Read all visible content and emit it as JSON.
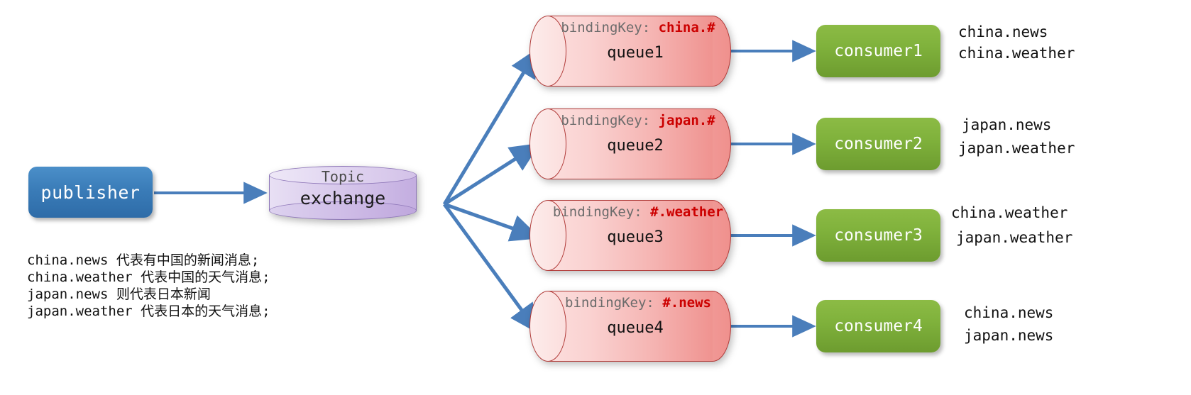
{
  "diagram": {
    "title": "RabbitMQ Topic Exchange routing diagram",
    "colors": {
      "publisher": "#3a7cb8",
      "exchange": "#cfbde7",
      "queue": "#f5b3b1",
      "consumer": "#80b23c",
      "arrow": "#4a7ebb",
      "binding_key_value": "#cc0000",
      "binding_key_label": "#6b6b6b"
    }
  },
  "publisher": {
    "label": "publisher"
  },
  "exchange": {
    "type_label": "Topic",
    "label": "exchange"
  },
  "queues": [
    {
      "binding_label": "bindingKey: ",
      "binding_key": "china.#",
      "name": "queue1"
    },
    {
      "binding_label": "bindingKey: ",
      "binding_key": "japan.#",
      "name": "queue2"
    },
    {
      "binding_label": "bindingKey: ",
      "binding_key": "#.weather",
      "name": "queue3"
    },
    {
      "binding_label": "bindingKey: ",
      "binding_key": "#.news",
      "name": "queue4"
    }
  ],
  "consumers": [
    {
      "label": "consumer1",
      "routing_keys": [
        "china.news",
        "china.weather"
      ]
    },
    {
      "label": "consumer2",
      "routing_keys": [
        "japan.news",
        "japan.weather"
      ]
    },
    {
      "label": "consumer3",
      "routing_keys": [
        "china.weather",
        "japan.weather"
      ]
    },
    {
      "label": "consumer4",
      "routing_keys": [
        "china.news",
        "japan.news"
      ]
    }
  ],
  "legend": {
    "lines": [
      "china.news 代表有中国的新闻消息;",
      "china.weather 代表中国的天气消息;",
      "japan.news 则代表日本新闻",
      "japan.weather 代表日本的天气消息;"
    ]
  }
}
